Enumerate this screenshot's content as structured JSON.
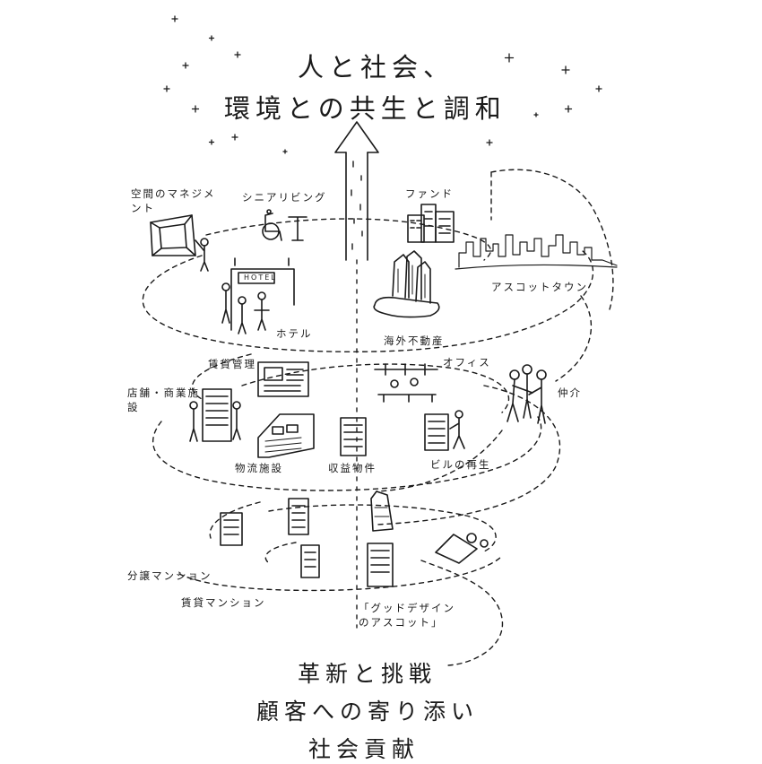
{
  "heading": {
    "line1": "人と社会、",
    "line2": "環境との共生と調和"
  },
  "labels": {
    "space_management": "空間のマネジメント",
    "senior_living": "シニアリビング",
    "fund": "ファンド",
    "ascott_town": "アスコットタウン",
    "hotel": "ホテル",
    "overseas_realestate": "海外不動産",
    "rental_management": "賃貸管理",
    "office": "オフィス",
    "store_commercial": "店舗・商業施設",
    "brokerage": "仲介",
    "logistics": "物流施設",
    "income_property": "収益物件",
    "building_renewal": "ビルの再生",
    "condo_sale": "分譲マンション",
    "rental_condo": "賃貸マンション",
    "good_design": "「グッドデザインのアスコット」"
  },
  "sign": {
    "hotel": "HOTEL"
  },
  "footer": {
    "line1": "革新と挑戦",
    "line2": "顧客への寄り添い",
    "line3": "社会貢献"
  }
}
